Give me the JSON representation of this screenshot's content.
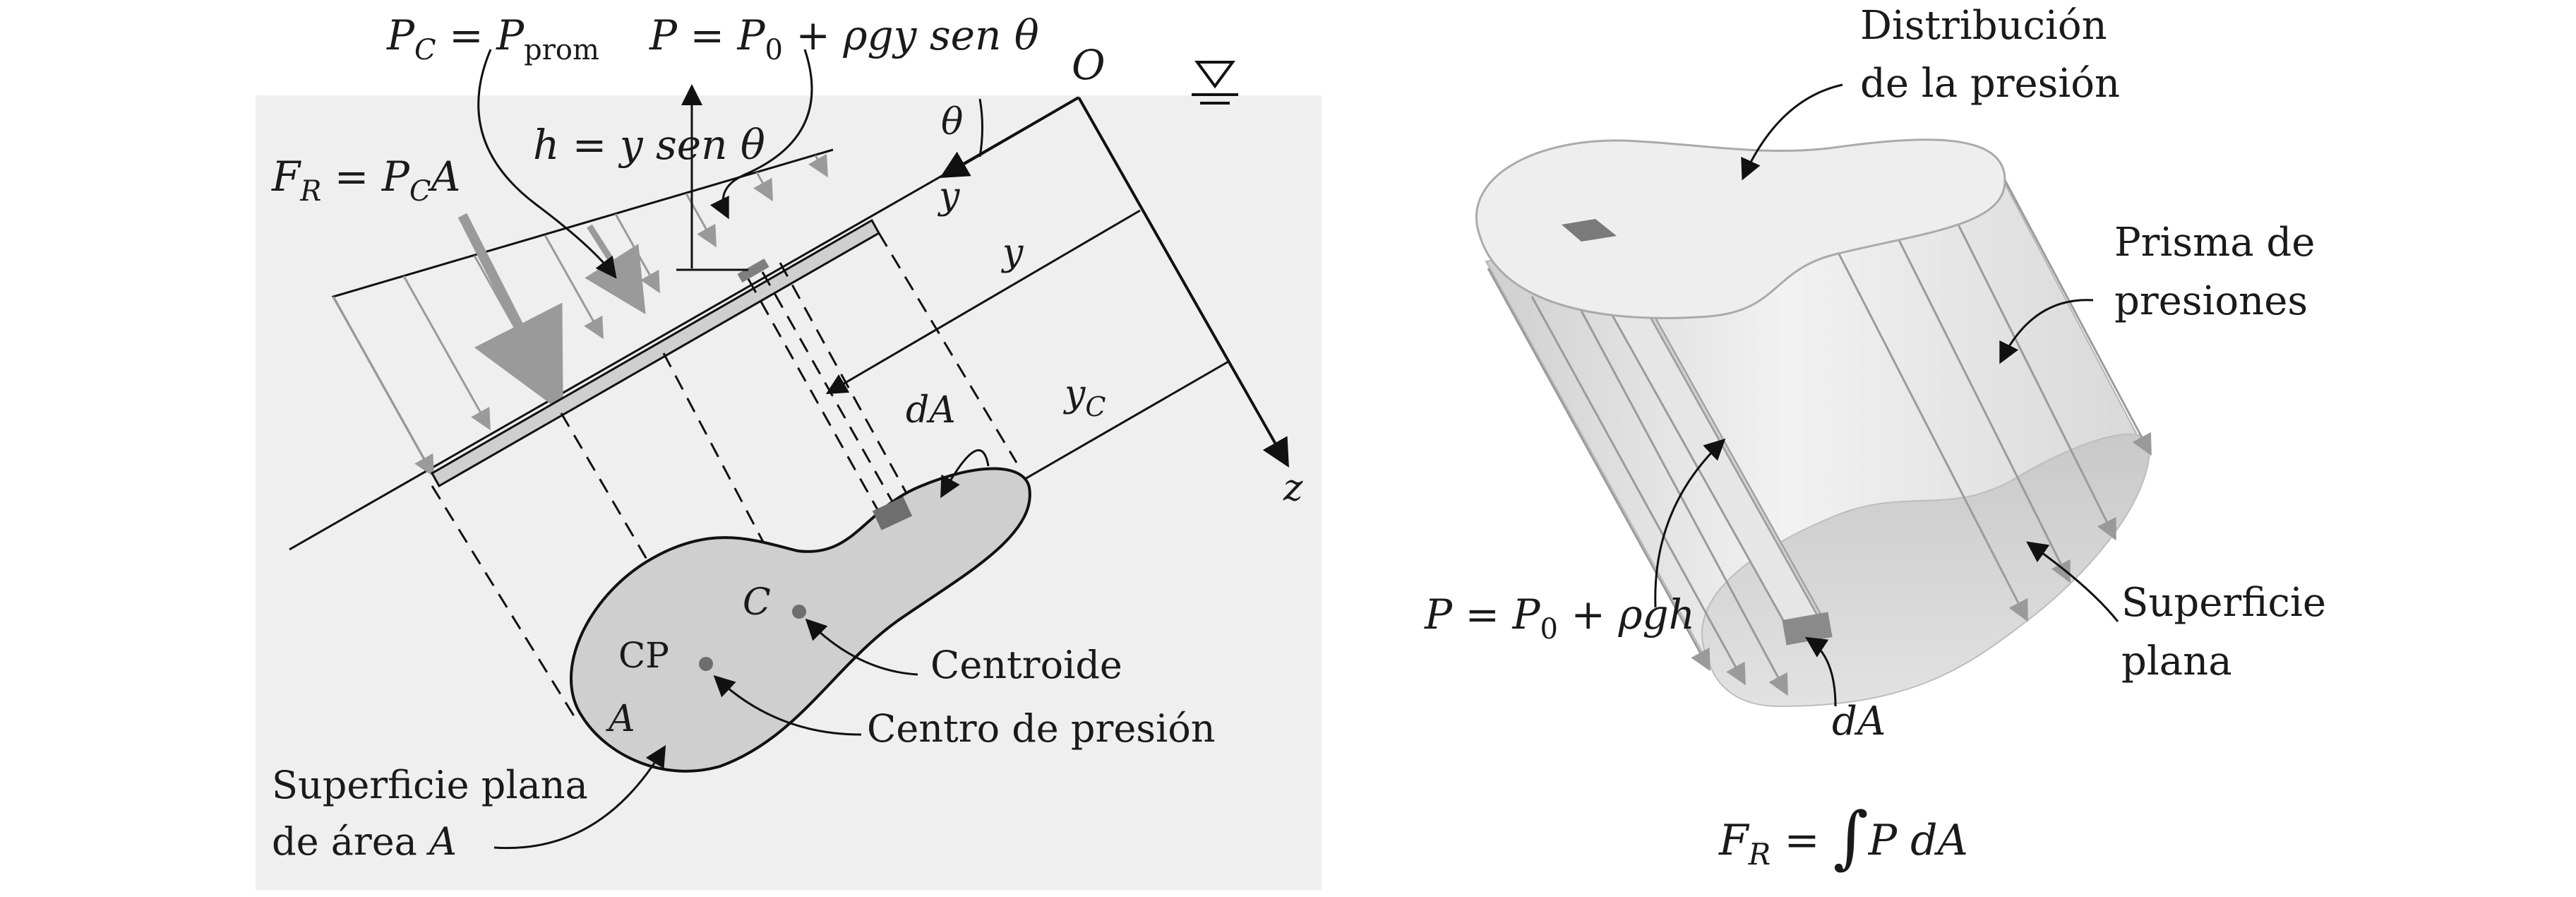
{
  "left": {
    "colors": {
      "panel_bg": "#efefef",
      "surface_fill": "#cfcfcf",
      "arrow_gray": "#9a9a9a",
      "line": "#111111"
    },
    "labels": {
      "pc_eq": "P",
      "pc_sub": "C",
      "pc_mid": " = P",
      "pc_sub2": "prom",
      "p_eq": "P = P",
      "p_sub": "0",
      "p_rest": " + ρgy sen θ",
      "origin": "O",
      "theta": "θ",
      "h_eq": "h = y sen θ",
      "fr_a": "F",
      "fr_sub": "R",
      "fr_b": " = P",
      "fr_sub2": "C",
      "fr_c": "A",
      "y_small": "y",
      "y_mid": "y",
      "yc": "y",
      "yc_sub": "C",
      "z": "z",
      "dA": "dA",
      "C": "C",
      "CP": "CP",
      "A": "A",
      "centroide": "Centroide",
      "centro_presion": "Centro de presión",
      "superficie_1": "Superficie plana",
      "superficie_2a": "de área ",
      "superficie_2b": "A"
    }
  },
  "right": {
    "colors": {
      "top_fill": "#eeeeee",
      "body_fill": "#dedede",
      "line": "#9b9b9b"
    },
    "labels": {
      "distribucion_1": "Distribución",
      "distribucion_2": "de la presión",
      "prisma_1": "Prisma de",
      "prisma_2": "presiones",
      "p_eq": "P = P",
      "p_sub": "0",
      "p_rest": " + ρgh",
      "superficie_1": "Superficie",
      "superficie_2": "plana",
      "dA": "dA",
      "fr_a": "F",
      "fr_sub": "R",
      "fr_b": " = ",
      "integral": "∫",
      "fr_c": "P dA"
    }
  }
}
